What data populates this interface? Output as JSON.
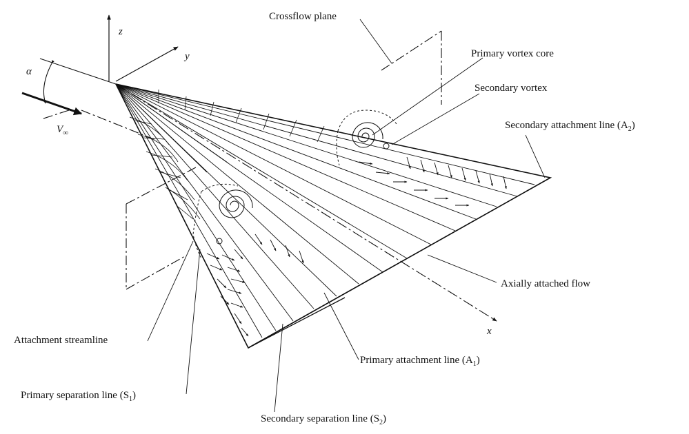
{
  "labels": {
    "crossflow_plane": "Crossflow plane",
    "primary_vortex_core": "Primary vortex core",
    "secondary_vortex": "Secondary vortex",
    "secondary_attachment": "Secondary attachment line (A",
    "axially_attached": "Axially attached flow",
    "attachment_streamline": "Attachment streamline",
    "primary_attachment": "Primary attachment line (A",
    "primary_separation": "Primary separation line (S",
    "secondary_separation": "Secondary separation line (S"
  },
  "subscripts": {
    "a2": "2",
    "a1": "1",
    "s1": "1",
    "s2": "2"
  },
  "closing_paren": ")",
  "axes": {
    "z": "z",
    "y": "y",
    "x": "x",
    "alpha": "α",
    "v": "V",
    "v_sub": "∞"
  },
  "colors": {
    "ink": "#111111",
    "background": "#ffffff"
  }
}
